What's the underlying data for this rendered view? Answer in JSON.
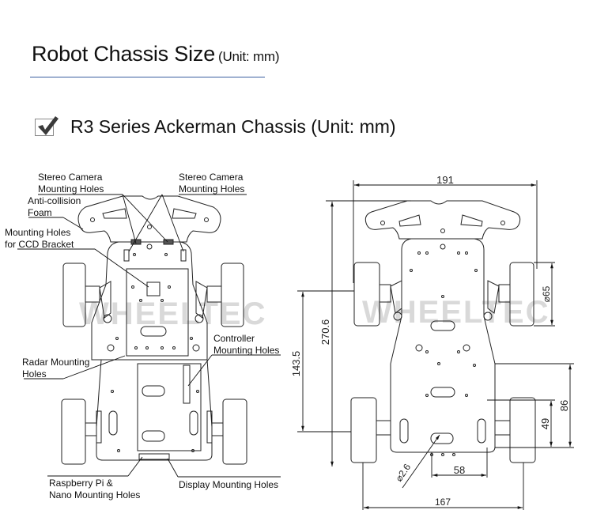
{
  "header": {
    "title": "Robot Chassis Size",
    "title_unit": "(Unit: mm)",
    "rule_color": "#3a5fa0"
  },
  "section": {
    "icon": "checkbox-checked-icon",
    "title": "R3 Series Ackerman Chassis (Unit: mm)"
  },
  "left_drawing": {
    "watermark": "WHEELTEC",
    "callouts": [
      {
        "id": "stereo-camera-left",
        "lines": [
          "Stereo Camera",
          "Mounting Holes"
        ]
      },
      {
        "id": "stereo-camera-right",
        "lines": [
          "Stereo Camera",
          "Mounting Holes"
        ]
      },
      {
        "id": "anti-collision-foam",
        "lines": [
          "Anti-collision",
          "Foam"
        ]
      },
      {
        "id": "ccd-bracket",
        "lines": [
          "Mounting Holes",
          "for CCD Bracket"
        ]
      },
      {
        "id": "radar",
        "lines": [
          "Radar Mounting",
          "Holes"
        ]
      },
      {
        "id": "controller",
        "lines": [
          "Controller",
          "Mounting Holes"
        ]
      },
      {
        "id": "raspberry-pi",
        "lines": [
          "Raspberry Pi &",
          "Nano Mounting Holes"
        ]
      },
      {
        "id": "display",
        "lines": [
          "Display Mounting Holes"
        ]
      }
    ]
  },
  "right_drawing": {
    "watermark": "WHEELTEC",
    "dimensions": {
      "overall_width": "191",
      "overall_length": "270.6",
      "front_axle_to_rear": "143.5",
      "front_wheel_diameter": "⌀65",
      "rear_mount_height": "86",
      "rear_axle_height": "49",
      "hole_spacing": "58",
      "rear_track": "167",
      "hole_diameter": "⌀2.6"
    }
  }
}
